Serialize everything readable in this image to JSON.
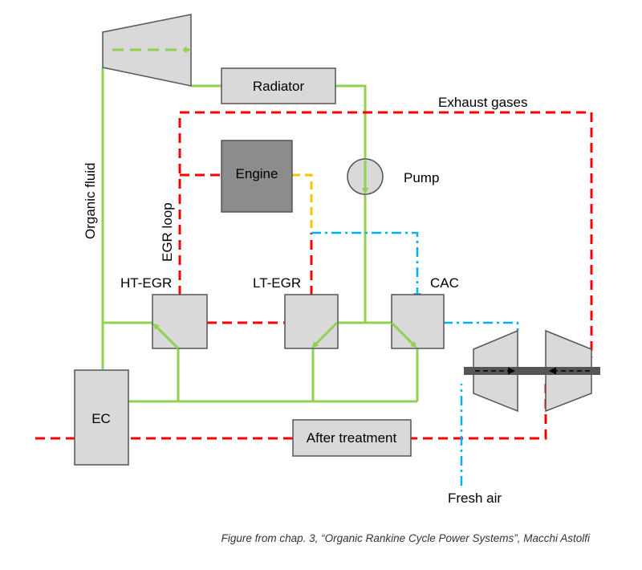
{
  "labels": {
    "radiator": "Radiator",
    "exhaust_gases": "Exhaust gases",
    "engine": "Engine",
    "pump": "Pump",
    "organic_fluid": "Organic fluid",
    "egr_loop": "EGR loop",
    "ht_egr": "HT-EGR",
    "lt_egr": "LT-EGR",
    "cac": "CAC",
    "ec": "EC",
    "after_treatment": "After treatment",
    "fresh_air": "Fresh air"
  },
  "caption": "Figure from chap. 3, “Organic Rankine Cycle Power Systems”, Macchi Astolfi",
  "colors": {
    "organic_fluid_line": "#92d050",
    "exhaust_line": "#ff0000",
    "air_line": "#00b0f0",
    "engine_out_line": "#ffc000",
    "component_fill": "#d9d9d9",
    "engine_fill": "#8c8c8c"
  }
}
